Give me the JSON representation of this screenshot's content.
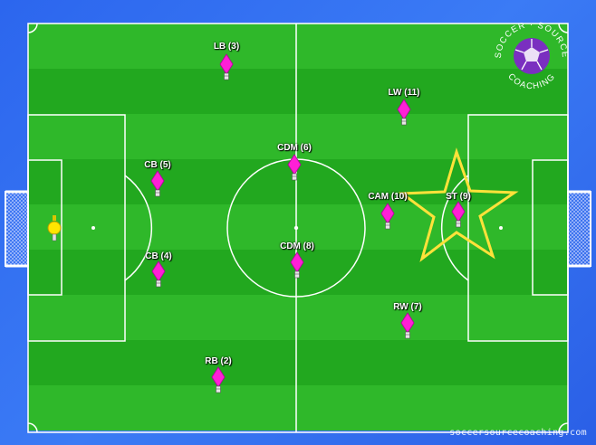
{
  "logo": {
    "text_top": "SOCCER · SOURCE",
    "text_bottom": "COACHING",
    "ball_color": "#7a2fc0"
  },
  "watermark": "soccersourcecoaching.com",
  "colors": {
    "stripe_light": "#2fb82a",
    "stripe_dark": "#22a81f",
    "player": "#ff1fd6",
    "keeper": "#ffe600",
    "star": "#ffe23a",
    "border": "#1f4fd0"
  },
  "players": [
    {
      "id": "gk",
      "label": "",
      "role": "goalkeeper"
    },
    {
      "id": "lb",
      "label": "LB (3)"
    },
    {
      "id": "lw",
      "label": "LW (11)"
    },
    {
      "id": "cb5",
      "label": "CB (5)"
    },
    {
      "id": "cdm6",
      "label": "CDM (6)"
    },
    {
      "id": "cam",
      "label": "CAM (10)"
    },
    {
      "id": "st",
      "label": "ST (9)",
      "highlighted": true
    },
    {
      "id": "cb4",
      "label": "CB (4)"
    },
    {
      "id": "cdm8",
      "label": "CDM (8)"
    },
    {
      "id": "rw",
      "label": "RW (7)"
    },
    {
      "id": "rb",
      "label": "RB (2)"
    }
  ]
}
